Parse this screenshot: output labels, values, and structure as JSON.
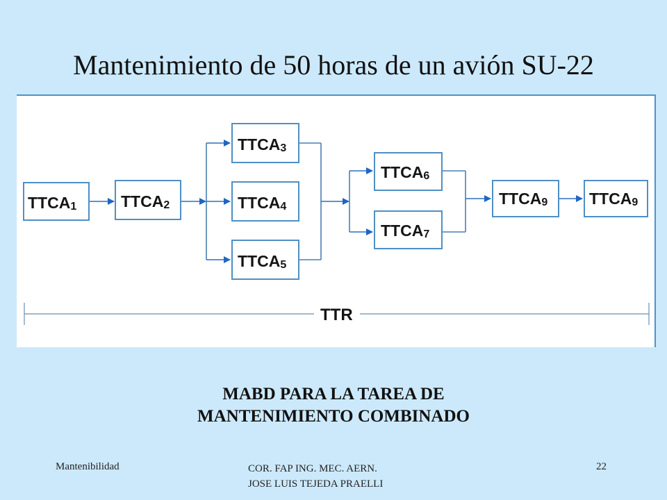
{
  "title": "Mantenimiento de 50 horas de un avión SU-22",
  "diagram": {
    "nodes": [
      {
        "id": "n1",
        "base": "TTCA",
        "sub": "1"
      },
      {
        "id": "n2",
        "base": "TTCA",
        "sub": "2"
      },
      {
        "id": "n3",
        "base": "TTCA",
        "sub": "3"
      },
      {
        "id": "n4",
        "base": "TTCA",
        "sub": "4"
      },
      {
        "id": "n5",
        "base": "TTCA",
        "sub": "5"
      },
      {
        "id": "n6",
        "base": "TTCA",
        "sub": "6"
      },
      {
        "id": "n7",
        "base": "TTCA",
        "sub": "7"
      },
      {
        "id": "n8",
        "base": "TTCA",
        "sub": "9"
      },
      {
        "id": "n9",
        "base": "TTCA",
        "sub": "9"
      }
    ],
    "total_label": "TTR"
  },
  "subtitle": {
    "line1": "MABD PARA LA TAREA DE",
    "line2": "MANTENIMIENTO  COMBINADO"
  },
  "footer": {
    "left": "Mantenibilidad",
    "center_line1": "COR. FAP ING. MEC. AERN.",
    "center_line2": "JOSE  LUIS TEJEDA PRAELLI",
    "page": "22"
  }
}
